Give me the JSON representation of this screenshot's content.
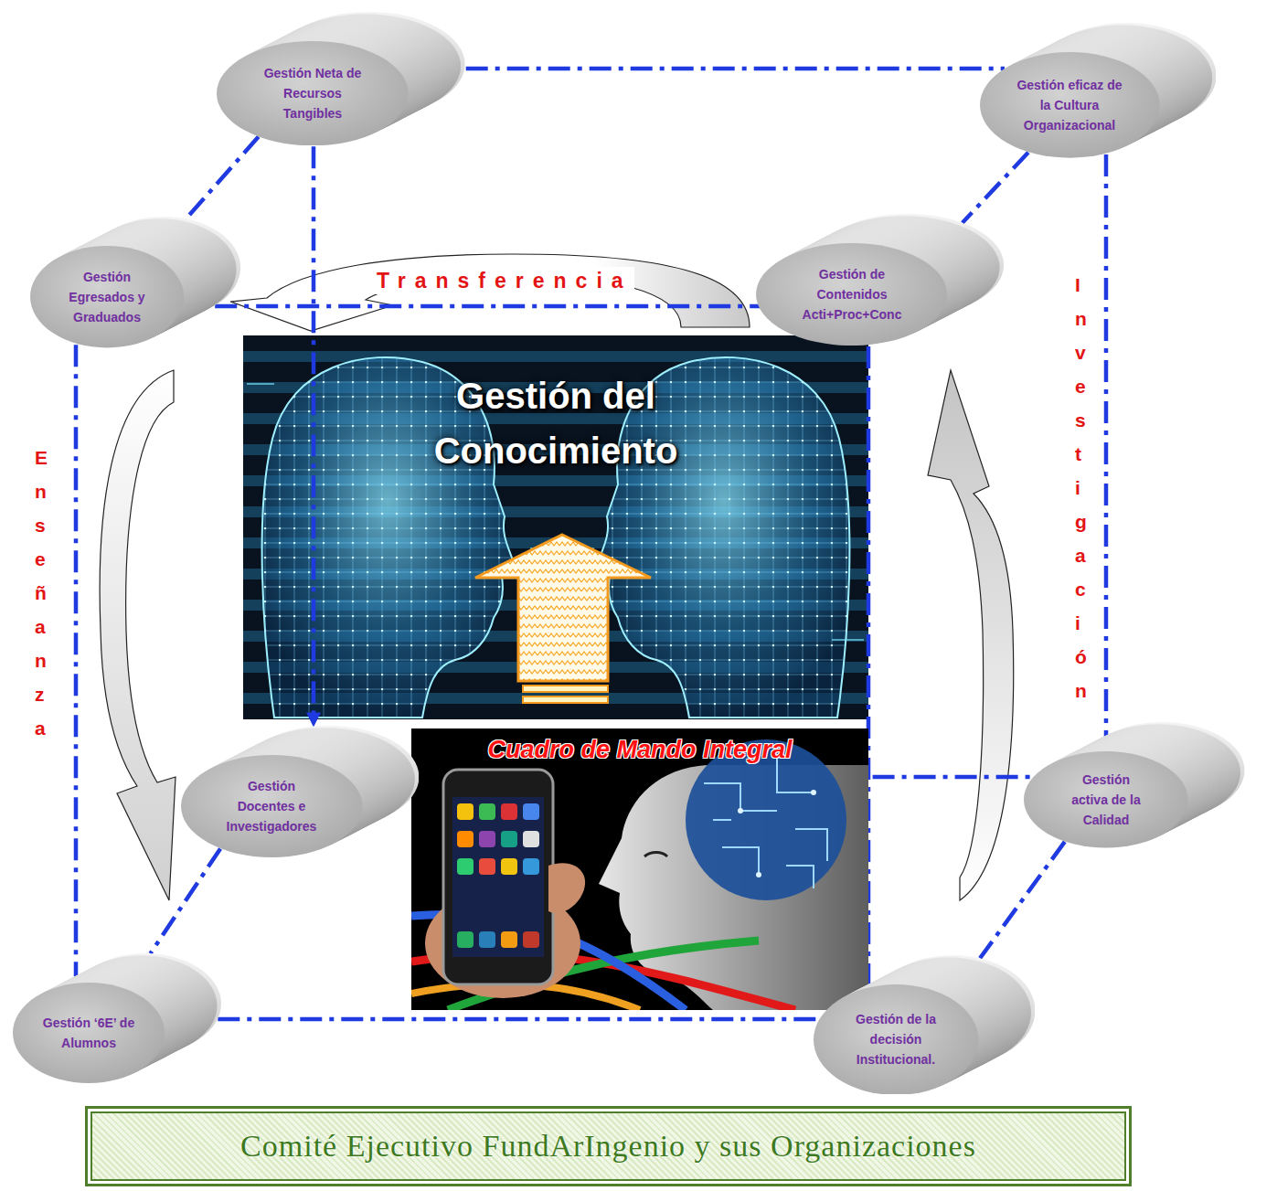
{
  "diagram": {
    "nodes": [
      {
        "text": [
          "Gestión Neta de Recursos Tangibles"
        ]
      },
      {
        "text": [
          "Gestión eficaz de la Cultura Organizacional"
        ]
      },
      {
        "text": [
          "Gestión Egresados y Graduados"
        ]
      },
      {
        "text": [
          "Gestión de Contenidos Acti+Proc+Conc"
        ]
      },
      {
        "text": [
          "Gestión del Conocimiento"
        ]
      },
      {
        "text": [
          "Cuadro de Mando Integral"
        ]
      },
      {
        "text": [
          "Gestión Docentes e Investigadores"
        ]
      },
      {
        "text": [
          "Gestión activa de la Calidad"
        ]
      },
      {
        "text": [
          "Gestión ‘6E’ de Alumnos"
        ]
      },
      {
        "text": [
          "Gestión de la decisión Institucional."
        ]
      },
      {
        "text": [
          "Comité Ejecutivo FundArIngenio y sus Organizaciones"
        ]
      }
    ],
    "edges": [
      {
        "from": 0,
        "to": 1,
        "arrow": "none"
      },
      {
        "from": 0,
        "to": 2,
        "arrow": "none"
      },
      {
        "from": 0,
        "to": 6,
        "arrow": "to"
      },
      {
        "from": 1,
        "to": 3,
        "arrow": "none"
      },
      {
        "from": 1,
        "to": 7,
        "arrow": "none"
      },
      {
        "from": 2,
        "to": 3,
        "arrow": "none"
      },
      {
        "from": 2,
        "to": 8,
        "arrow": "none"
      },
      {
        "from": 3,
        "to": 9,
        "arrow": "none"
      },
      {
        "from": 6,
        "to": 7,
        "arrow": "none"
      },
      {
        "from": 6,
        "to": 8,
        "arrow": "none"
      },
      {
        "from": 7,
        "to": 9,
        "arrow": "none"
      },
      {
        "from": 8,
        "to": 9,
        "arrow": "none"
      }
    ],
    "labels": [
      "Transferencia",
      "Enseñanza",
      "Investigación"
    ]
  }
}
